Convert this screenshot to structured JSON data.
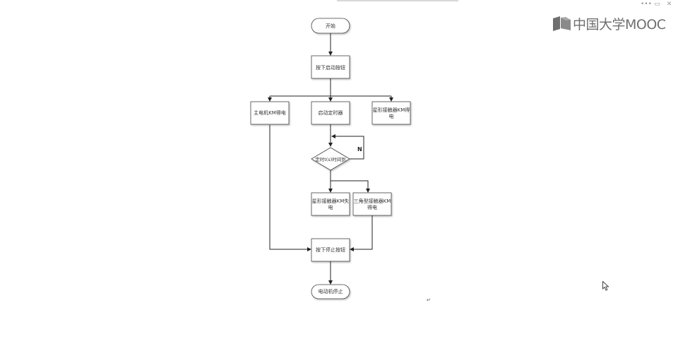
{
  "window": {
    "controls": [
      "•••",
      "▭",
      "✕"
    ]
  },
  "logo": {
    "text": "中国大学MOOC",
    "icon": "book-logo-icon"
  },
  "flowchart": {
    "start": "开始",
    "press_start": "按下启动按钮",
    "main_motor": "主电机KM得电",
    "start_timer": "启动定时器",
    "star_on_line1": "星形接触器KM得",
    "star_on_line2": "电",
    "decision": "定时t(s)时间到",
    "no_label": "N",
    "star_off_line1": "星形接触器KM失",
    "star_off_line2": "电",
    "delta_on_line1": "三角型接触器KM",
    "delta_on_line2": "得电",
    "press_stop": "按下停止按钮",
    "end": "电动机停止"
  },
  "doc_marks": {
    "return_mark": "↵"
  }
}
